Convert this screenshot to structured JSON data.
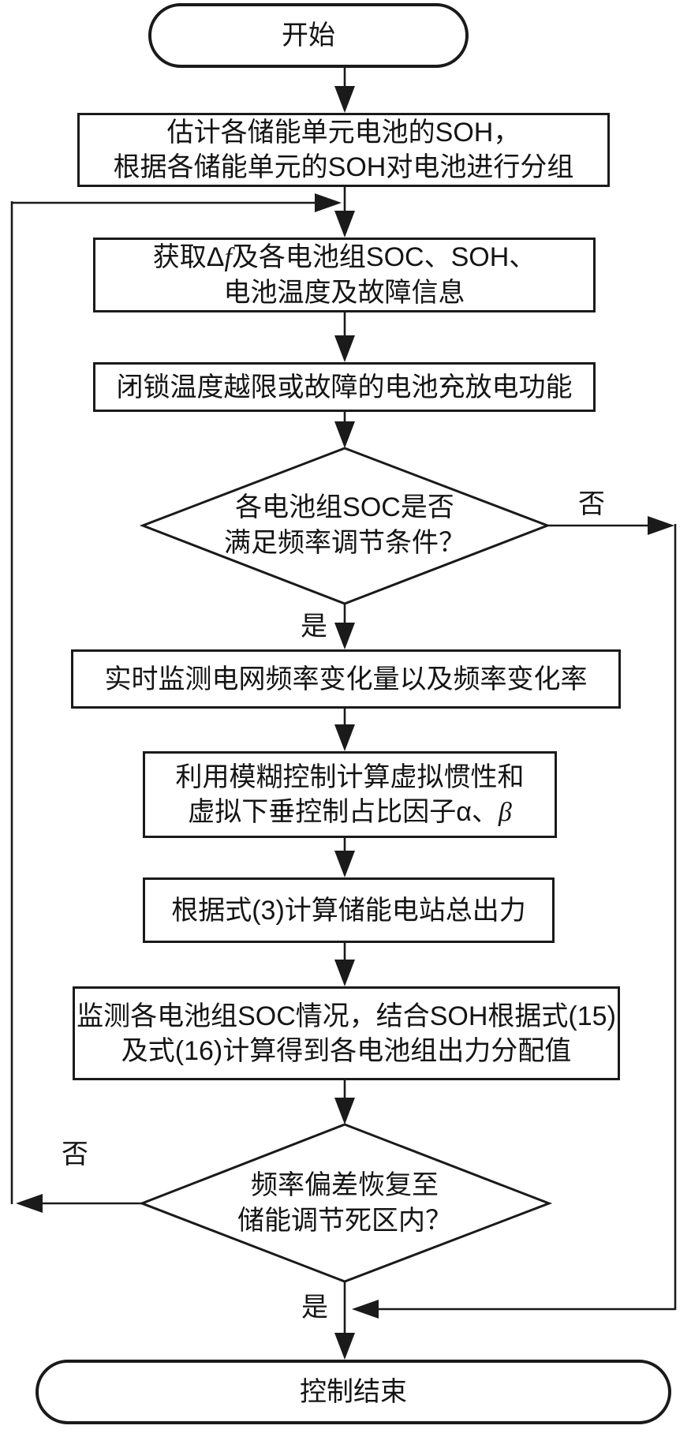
{
  "meta": {
    "background_color": "#ffffff",
    "line_color": "#1a1a1a"
  },
  "nodes": {
    "start": {
      "label": "开始"
    },
    "estimate_soh": {
      "line1": "估计各储能单元电池的SOH，",
      "line2": "根据各储能单元的SOH对电池进行分组"
    },
    "acquire_info": {
      "line1_pre": "获取Δ",
      "line1_var": "f",
      "line1_post": "及各电池组SOC、SOH、",
      "line2": "电池温度及故障信息"
    },
    "lock_battery": {
      "label": "闭锁温度越限或故障的电池充放电功能"
    },
    "soc_check": {
      "line1": "各电池组SOC是否",
      "line2": "满足频率调节条件？"
    },
    "monitor_freq": {
      "label": "实时监测电网频率变化量以及频率变化率"
    },
    "fuzzy_control": {
      "line1": "利用模糊控制计算虚拟惯性和",
      "line2_pre": "虚拟下垂控制占比因子",
      "line2_alpha": "α",
      "line2_sep": "、",
      "line2_beta": "β"
    },
    "total_output": {
      "label": "根据式(3)计算储能电站总出力"
    },
    "allocate_output": {
      "line1": "监测各电池组SOC情况，结合SOH根据式(15)",
      "line2": "及式(16)计算得到各电池组出力分配值"
    },
    "deadband_check": {
      "line1": "频率偏差恢复至",
      "line2": "储能调节死区内？"
    },
    "end": {
      "label": "控制结束"
    }
  },
  "branch_labels": {
    "soc_check_no": "否",
    "soc_check_yes": "是",
    "deadband_check_no": "否",
    "deadband_check_yes": "是"
  }
}
